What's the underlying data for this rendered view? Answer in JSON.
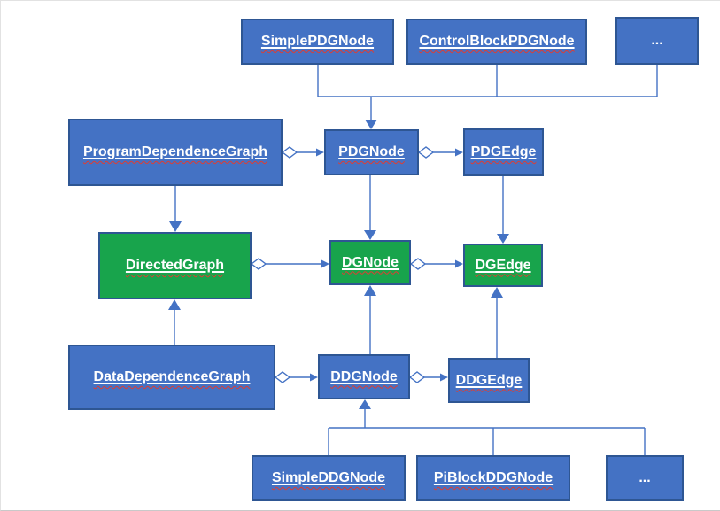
{
  "diagram": {
    "kind": "uml-class-diagram",
    "colors": {
      "class_fill_blue": "#4472C4",
      "class_fill_green": "#18A44C",
      "class_border": "#2E5693",
      "connector_blue": "#4472C4",
      "label_text": "#FFFFFF",
      "spellcheck_squiggle": "#E03C31",
      "page_background": "#FFFFFF"
    },
    "nodes": {
      "simple_pdg_node": {
        "label": "SimplePDGNode"
      },
      "control_block_pdg_node": {
        "label": "ControlBlockPDGNode"
      },
      "pdg_ellipsis": {
        "label": "..."
      },
      "program_dependence_graph": {
        "label": "ProgramDependenceGraph"
      },
      "pdg_node": {
        "label": "PDGNode"
      },
      "pdg_edge": {
        "label": "PDGEdge"
      },
      "directed_graph": {
        "label": "DirectedGraph"
      },
      "dg_node": {
        "label": "DGNode"
      },
      "dg_edge": {
        "label": "DGEdge"
      },
      "data_dependence_graph": {
        "label": "DataDependenceGraph"
      },
      "ddg_node": {
        "label": "DDGNode"
      },
      "ddg_edge": {
        "label": "DDGEdge"
      },
      "simple_ddg_node": {
        "label": "SimpleDDGNode"
      },
      "pi_block_ddg_node": {
        "label": "PiBlockDDGNode"
      },
      "ddg_ellipsis": {
        "label": "..."
      }
    },
    "relationships": [
      {
        "from": "SimplePDGNode",
        "to": "PDGNode",
        "type": "inheritance"
      },
      {
        "from": "ControlBlockPDGNode",
        "to": "PDGNode",
        "type": "inheritance"
      },
      {
        "from": "... (other PDG nodes)",
        "to": "PDGNode",
        "type": "inheritance"
      },
      {
        "from": "ProgramDependenceGraph",
        "to": "PDGNode",
        "type": "aggregation"
      },
      {
        "from": "PDGNode",
        "to": "PDGEdge",
        "type": "aggregation"
      },
      {
        "from": "ProgramDependenceGraph",
        "to": "DirectedGraph",
        "type": "inheritance"
      },
      {
        "from": "PDGNode",
        "to": "DGNode",
        "type": "inheritance"
      },
      {
        "from": "PDGEdge",
        "to": "DGEdge",
        "type": "inheritance"
      },
      {
        "from": "DirectedGraph",
        "to": "DGNode",
        "type": "aggregation"
      },
      {
        "from": "DGNode",
        "to": "DGEdge",
        "type": "aggregation"
      },
      {
        "from": "DataDependenceGraph",
        "to": "DirectedGraph",
        "type": "inheritance"
      },
      {
        "from": "DDGNode",
        "to": "DGNode",
        "type": "inheritance"
      },
      {
        "from": "DDGEdge",
        "to": "DGEdge",
        "type": "inheritance"
      },
      {
        "from": "DataDependenceGraph",
        "to": "DDGNode",
        "type": "aggregation"
      },
      {
        "from": "DDGNode",
        "to": "DDGEdge",
        "type": "aggregation"
      },
      {
        "from": "SimpleDDGNode",
        "to": "DDGNode",
        "type": "inheritance"
      },
      {
        "from": "PiBlockDDGNode",
        "to": "DDGNode",
        "type": "inheritance"
      },
      {
        "from": "... (other DDG nodes)",
        "to": "DDGNode",
        "type": "inheritance"
      }
    ]
  }
}
